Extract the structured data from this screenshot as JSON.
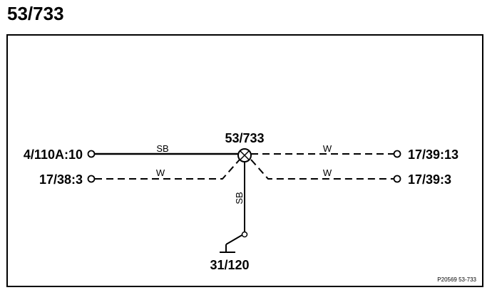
{
  "title": "53/733",
  "splice": {
    "label": "53/733"
  },
  "terminals": {
    "left_top": "4/110A:10",
    "left_bottom": "17/38:3",
    "right_top": "17/39:13",
    "right_bottom": "17/39:3",
    "ground": "31/120"
  },
  "wires": {
    "left_top": "SB",
    "left_bottom": "W",
    "right_top": "W",
    "right_bottom": "W",
    "vertical": "SB"
  },
  "reference": "P20569  53-733"
}
